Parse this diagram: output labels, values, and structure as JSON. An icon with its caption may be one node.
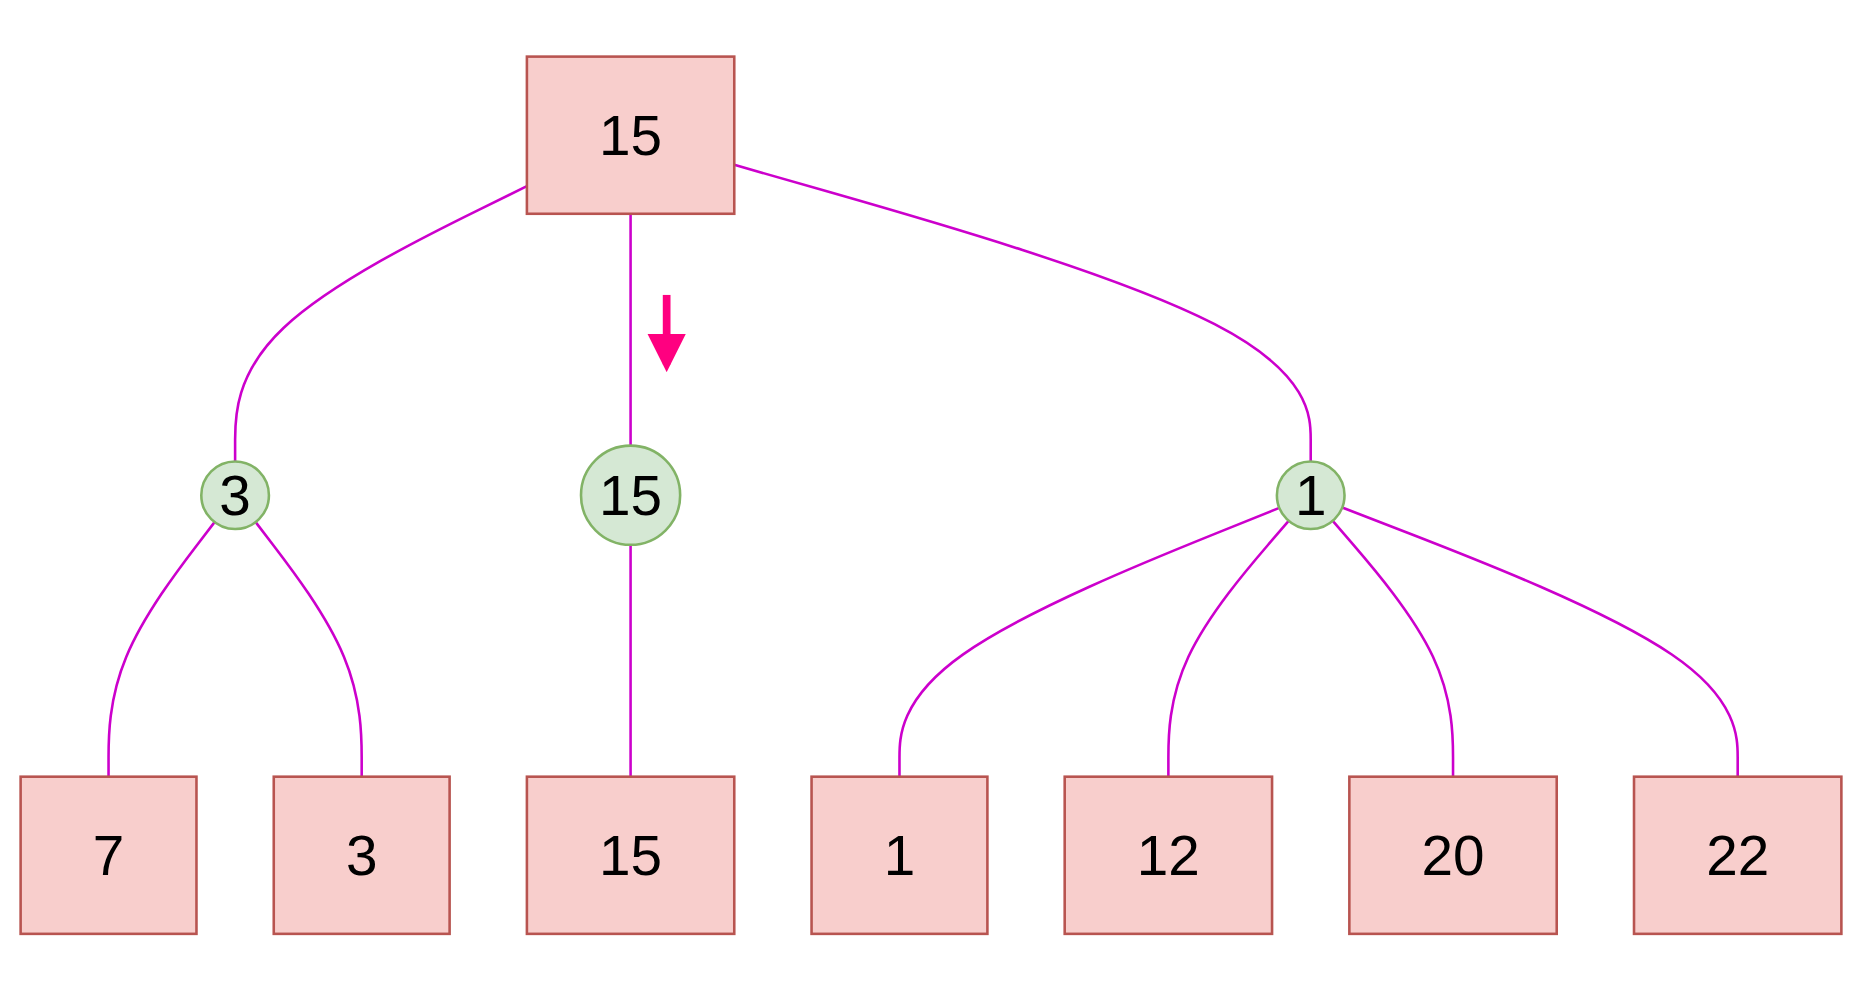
{
  "diagram": {
    "nodes": [
      {
        "text": [
          "15"
        ]
      },
      {
        "text": [
          "3"
        ]
      },
      {
        "text": [
          "15"
        ]
      },
      {
        "text": [
          "1"
        ]
      },
      {
        "text": [
          "7"
        ]
      },
      {
        "text": [
          "3"
        ]
      },
      {
        "text": [
          "15"
        ]
      },
      {
        "text": [
          "1"
        ]
      },
      {
        "text": [
          "12"
        ]
      },
      {
        "text": [
          "20"
        ]
      },
      {
        "text": [
          "22"
        ]
      }
    ],
    "edges": [
      {
        "from": 0,
        "to": 1,
        "arrow": "none"
      },
      {
        "from": 0,
        "to": 2,
        "arrow": "none"
      },
      {
        "from": 0,
        "to": 3,
        "arrow": "none"
      },
      {
        "from": 1,
        "to": 4,
        "arrow": "none"
      },
      {
        "from": 1,
        "to": 5,
        "arrow": "none"
      },
      {
        "from": 2,
        "to": 6,
        "arrow": "none"
      },
      {
        "from": 3,
        "to": 7,
        "arrow": "none"
      },
      {
        "from": 3,
        "to": 8,
        "arrow": "none"
      },
      {
        "from": 3,
        "to": 9,
        "arrow": "none"
      },
      {
        "from": 3,
        "to": 10,
        "arrow": "none"
      }
    ]
  }
}
